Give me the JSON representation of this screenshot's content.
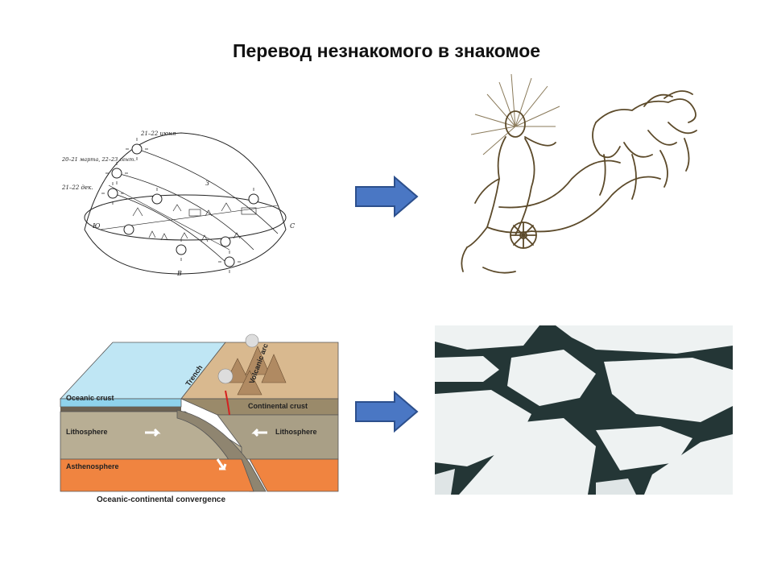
{
  "title": "Перевод незнакомого в знакомое",
  "colors": {
    "arrow_fill": "#4a77c4",
    "arrow_stroke": "#2c4f8c",
    "ocean": "#8fd3ec",
    "lithosphere": "#b8ae94",
    "asthenosphere": "#f08440",
    "ice": "#eef2f2",
    "water": "#243636"
  },
  "sky_diagram": {
    "labels": {
      "june": "21–22 июня",
      "march_sept": "20–21 марта, 22–23 сент.",
      "dec": "21–22 дек.",
      "south": "Ю",
      "north": "С",
      "east": "В",
      "west": "З"
    }
  },
  "tectonic": {
    "labels": {
      "trench": "Trench",
      "volcanic_arc": "Volcanic arc",
      "oceanic_crust": "Oceanic crust",
      "continental_crust": "Continental crust",
      "lithosphere_left": "Lithosphere",
      "lithosphere_right": "Lithosphere",
      "asthenosphere": "Asthenosphere"
    },
    "caption": "Oceanic-continental convergence"
  },
  "icons": {
    "arrow_top": "right-arrow-icon",
    "arrow_bottom": "right-arrow-icon"
  }
}
